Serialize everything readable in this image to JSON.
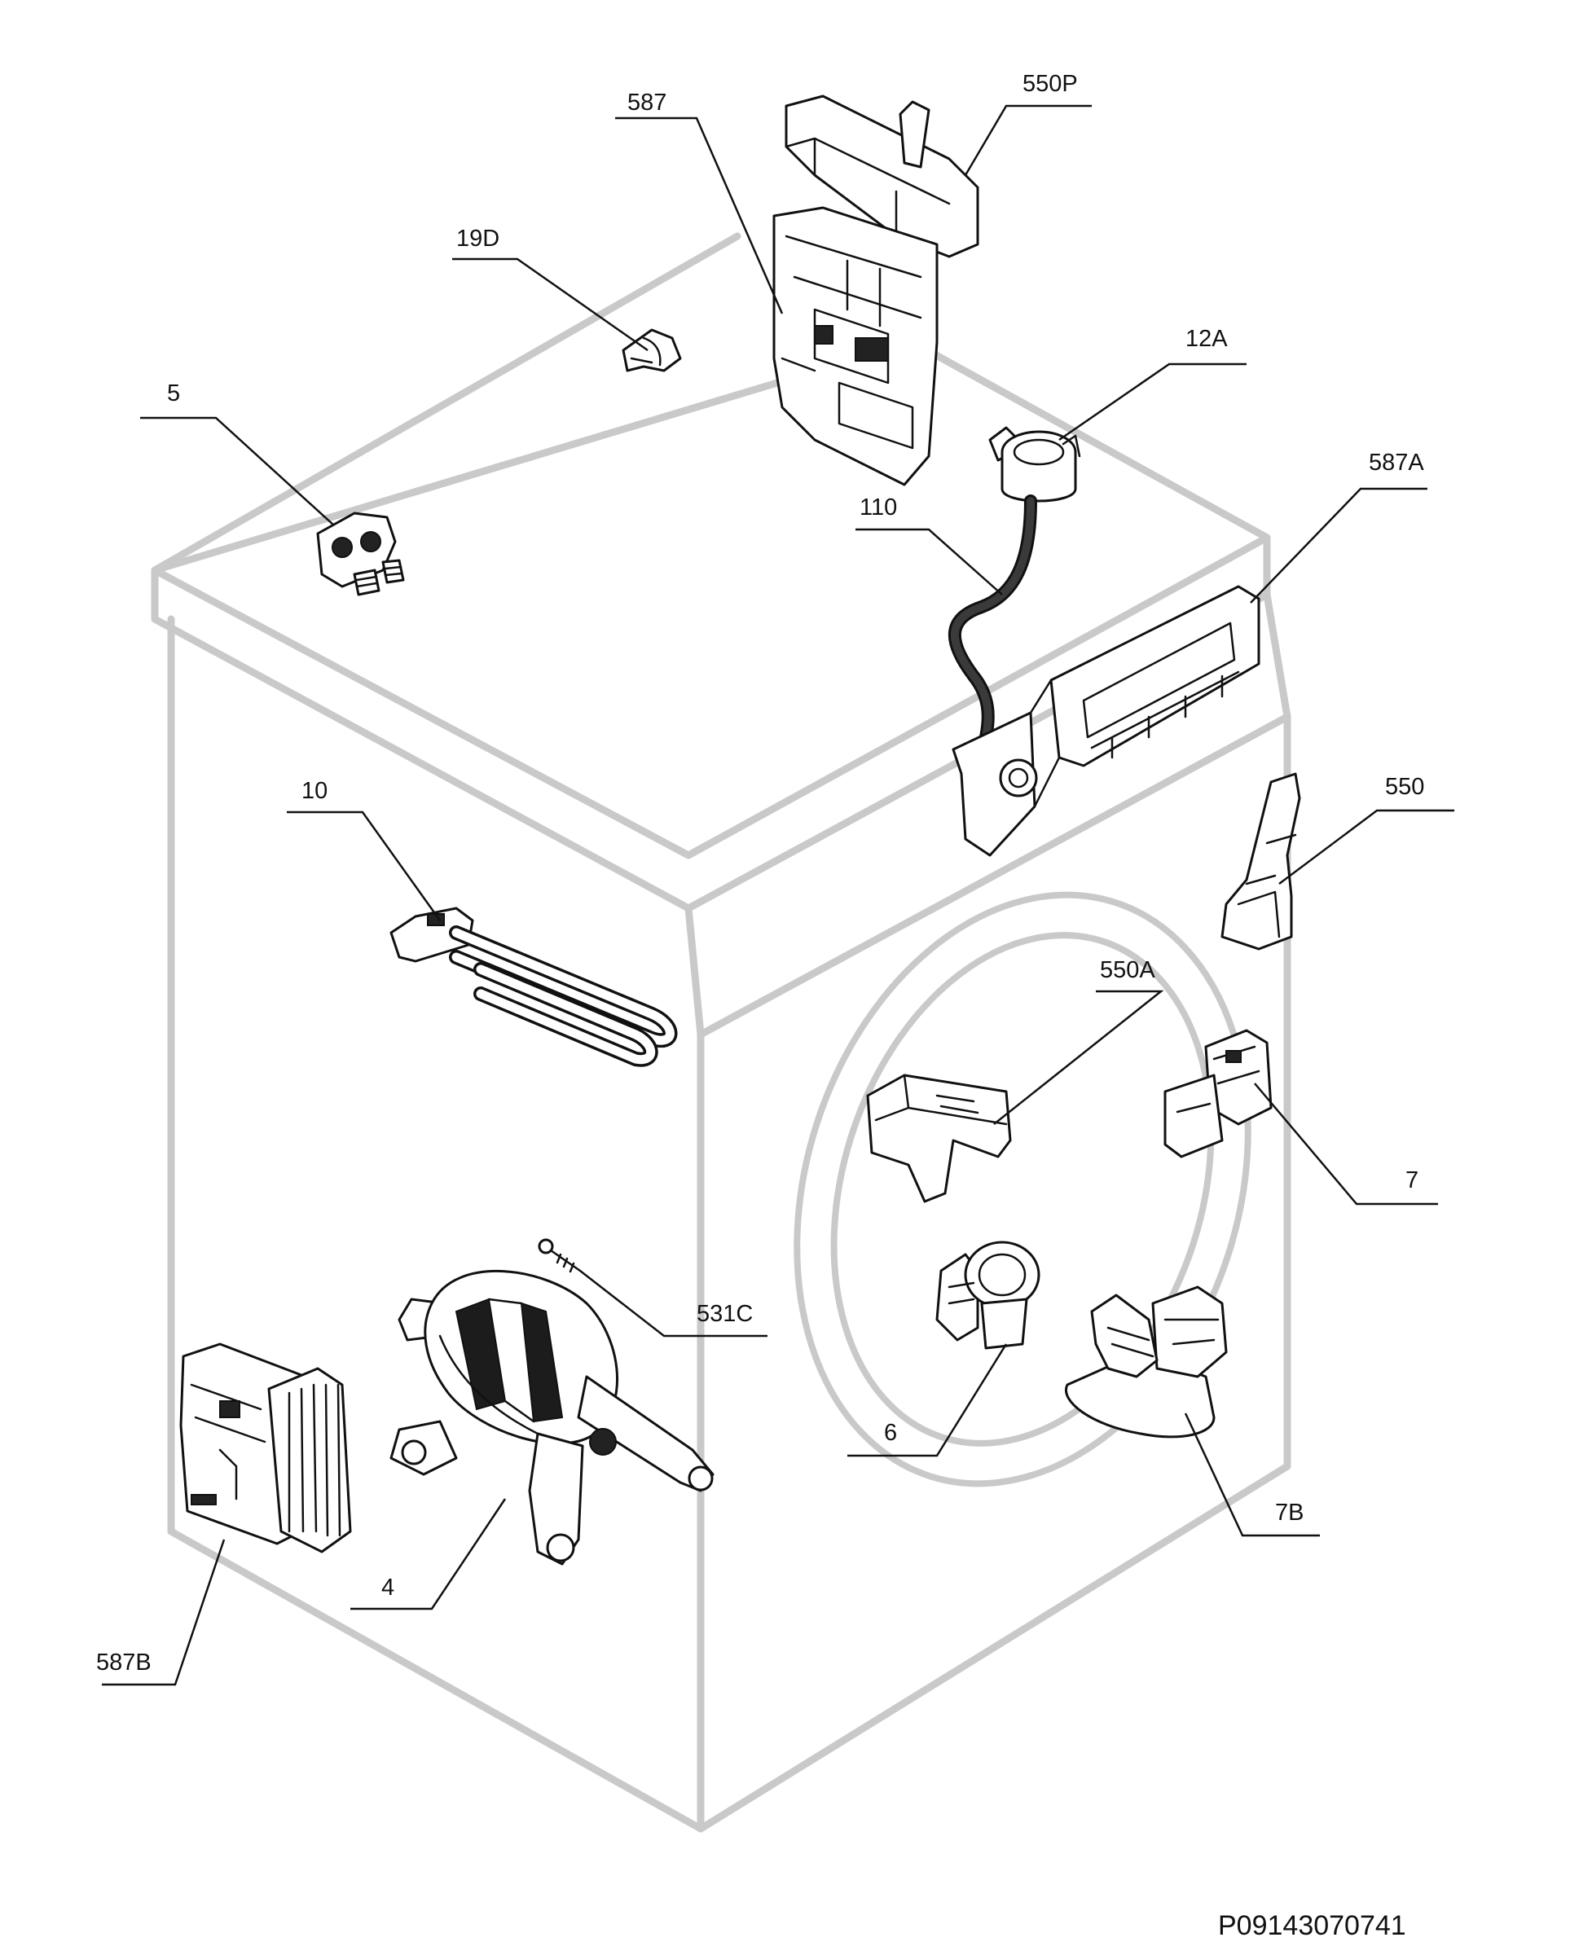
{
  "diagram": {
    "reference_code": "P09143070741",
    "callouts": [
      {
        "id": "587",
        "label": "587"
      },
      {
        "id": "550P",
        "label": "550P"
      },
      {
        "id": "19D",
        "label": "19D"
      },
      {
        "id": "12A",
        "label": "12A"
      },
      {
        "id": "5",
        "label": "5"
      },
      {
        "id": "587A",
        "label": "587A"
      },
      {
        "id": "110",
        "label": "110"
      },
      {
        "id": "10",
        "label": "10"
      },
      {
        "id": "550",
        "label": "550"
      },
      {
        "id": "550A",
        "label": "550A"
      },
      {
        "id": "7",
        "label": "7"
      },
      {
        "id": "531C",
        "label": "531C"
      },
      {
        "id": "6",
        "label": "6"
      },
      {
        "id": "7B",
        "label": "7B"
      },
      {
        "id": "4",
        "label": "4"
      },
      {
        "id": "587B",
        "label": "587B"
      }
    ]
  }
}
